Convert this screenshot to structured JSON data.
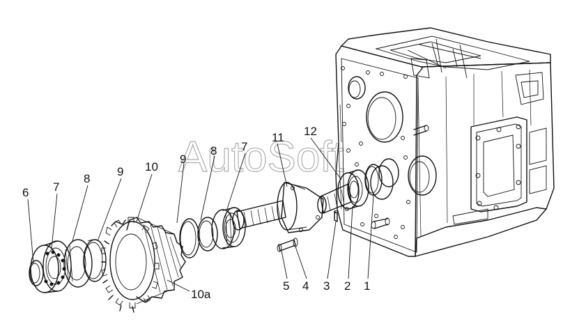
{
  "watermark": "AutoSoft",
  "callouts": {
    "c6": "6",
    "c7a": "7",
    "c8a": "8",
    "c9a": "9",
    "c10": "10",
    "c9b": "9",
    "c8b": "8",
    "c7b": "7",
    "c11": "11",
    "c12": "12",
    "c5": "5",
    "c4": "4",
    "c3": "3",
    "c2": "2",
    "c1": "1",
    "c10a": "10a"
  }
}
